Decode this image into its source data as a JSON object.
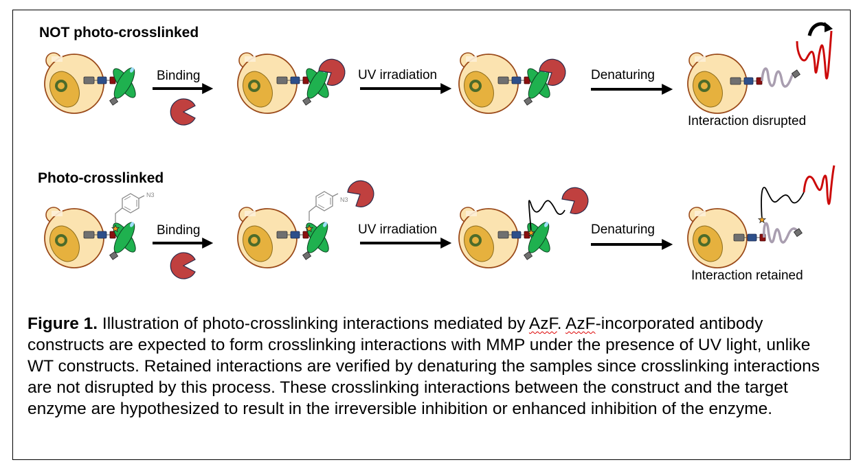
{
  "rows": [
    {
      "title": "NOT photo-crosslinked",
      "steps": [
        "Binding",
        "UV irradiation",
        "Denaturing"
      ],
      "outcome": "Interaction disrupted"
    },
    {
      "title": "Photo-crosslinked",
      "steps": [
        "Binding",
        "UV irradiation",
        "Denaturing"
      ],
      "outcome": "Interaction retained",
      "azide_label": "N3"
    }
  ],
  "caption": {
    "figure_label": "Figure 1.",
    "text_1": " Illustration of photo-crosslinking interactions mediated by ",
    "flag_1": "AzF",
    "text_2": ". ",
    "flag_2": "AzF",
    "text_3": "-incorporated antibody constructs are expected to form crosslinking interactions with MMP under the presence of UV light, unlike WT constructs. Retained interactions are verified by denaturing the samples since crosslinking interactions are not disrupted by this process. These crosslinking interactions between the construct and the target enzyme are hypothesized to result in the irreversible inhibition or enhanced inhibition of the enzyme."
  },
  "colors": {
    "cell_fill": "#fbe3b0",
    "cell_stroke": "#9a4a1a",
    "nucleus_fill": "#e6b13e",
    "ring": "#4c6b2a",
    "linker_gray": "#707070",
    "linker_blue": "#2d4f8a",
    "linker_red": "#8a1010",
    "antibody_green": "#1fb14f",
    "enzyme_red": "#c0403f",
    "denatured_gray": "#a99eb0",
    "denatured_red": "#cc0a0a"
  }
}
